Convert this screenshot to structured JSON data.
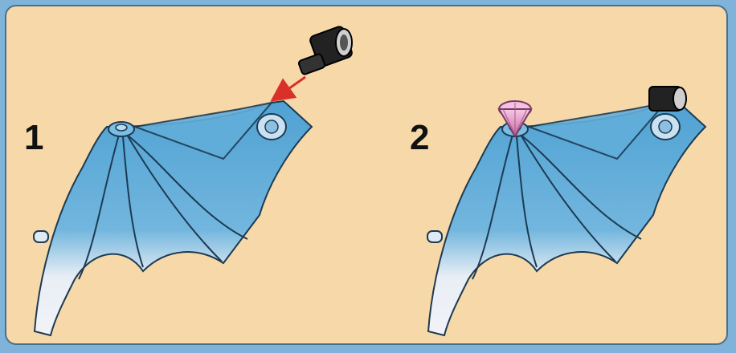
{
  "steps": [
    {
      "number": "1"
    },
    {
      "number": "2"
    }
  ],
  "colors": {
    "background_frame": "#7fb3d9",
    "panel": "#f7d9a9",
    "wing_blue": "#5aa9d6",
    "wing_pale": "#eef2f7",
    "arrow": "#d9302a",
    "gem": "#e9a8d2",
    "connector": "#1c1c1c"
  },
  "icons": [
    "wing-piece",
    "click-connector",
    "assembly-arrow",
    "pink-gem"
  ]
}
